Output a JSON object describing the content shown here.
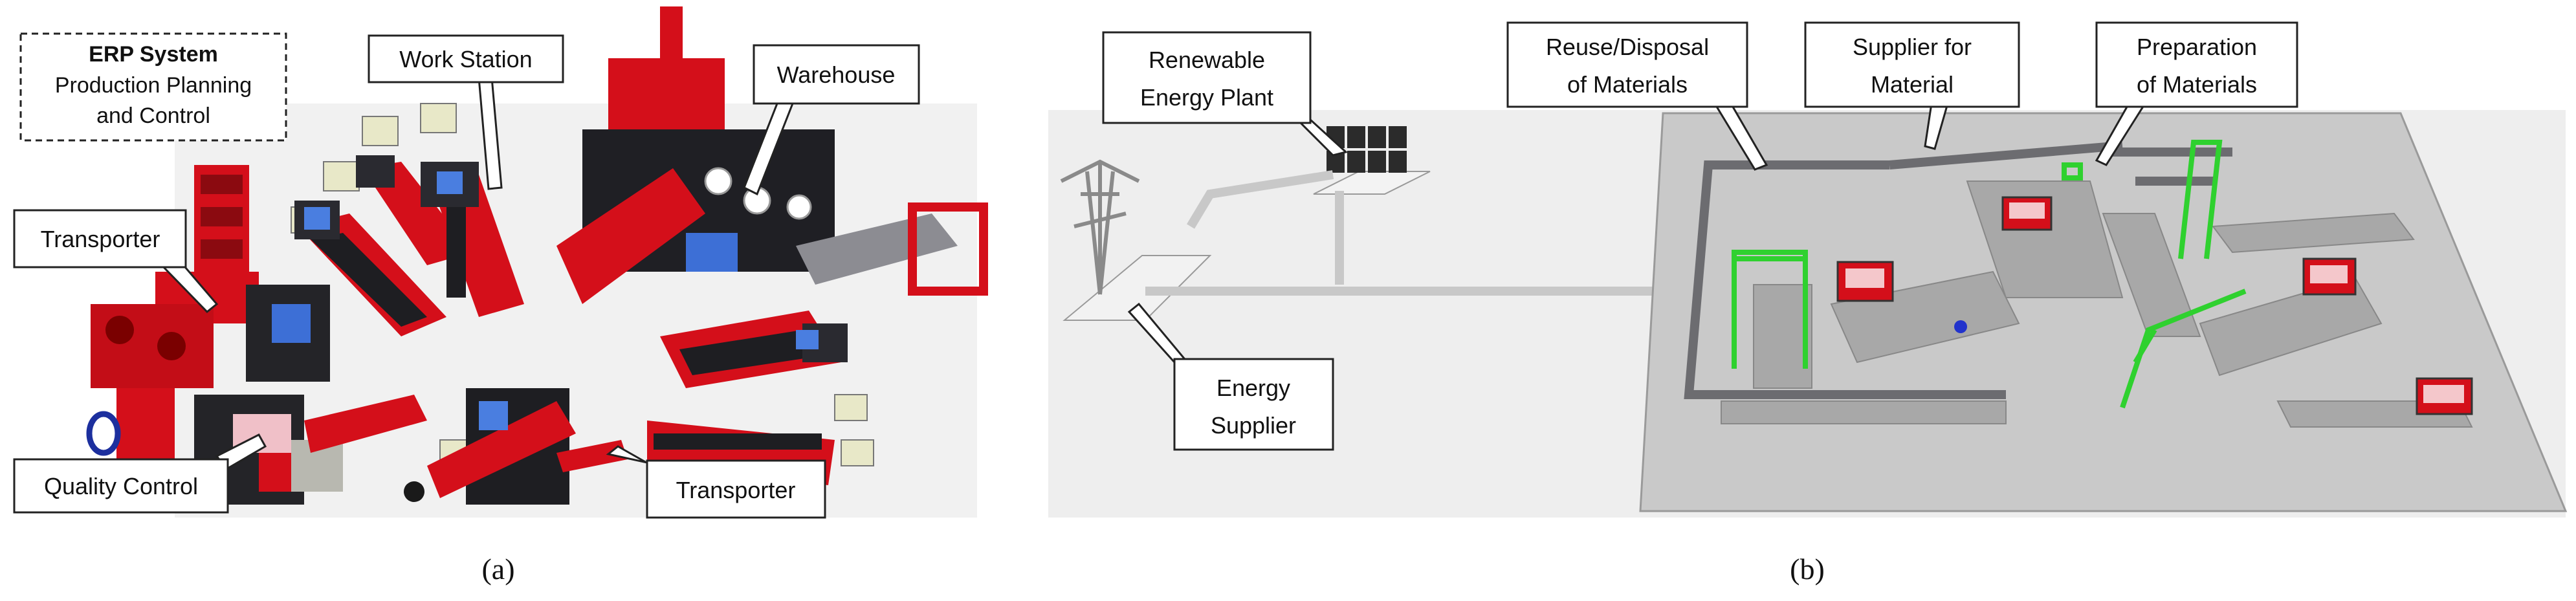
{
  "panel_a": {
    "caption": "(a)",
    "erp_box": {
      "title": "ERP System",
      "line1": "Production Planning",
      "line2": "and Control"
    },
    "callouts": {
      "work_station": "Work Station",
      "warehouse": "Warehouse",
      "transporter_left": "Transporter",
      "quality_control": "Quality Control",
      "transporter_bottom": "Transporter"
    }
  },
  "panel_b": {
    "caption": "(b)",
    "callouts": {
      "renewable_line1": "Renewable",
      "renewable_line2": "Energy Plant",
      "energy_line1": "Energy",
      "energy_line2": "Supplier",
      "reuse_line1": "Reuse/Disposal",
      "reuse_line2": "of Materials",
      "supplier_line1": "Supplier for",
      "supplier_line2": "Material",
      "prep_line1": "Preparation",
      "prep_line2": "of Materials"
    }
  },
  "colors": {
    "machine_red": "#d40f1a",
    "machine_dark": "#1e1e22",
    "floor_gray": "#c9c9c9",
    "crane_green": "#2fd12f"
  }
}
